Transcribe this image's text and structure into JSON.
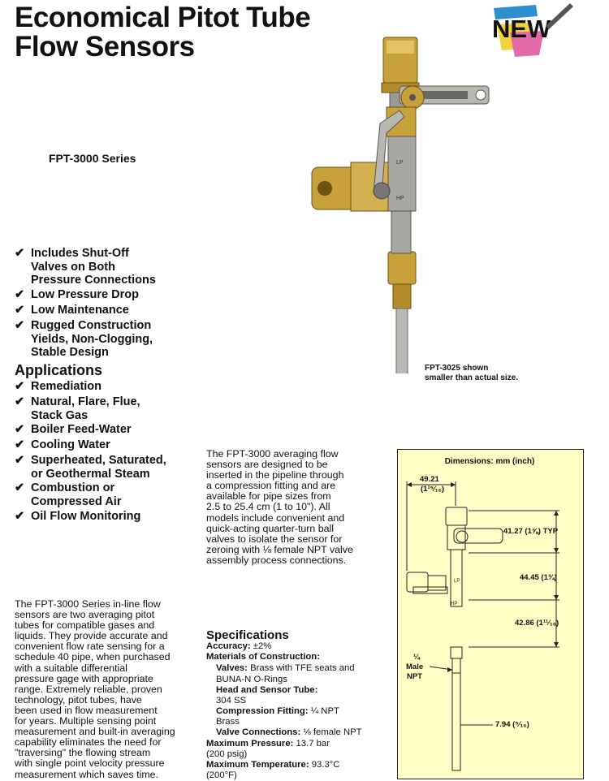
{
  "title_line1": "Economical Pitot Tube",
  "title_line2": "Flow Sensors",
  "series": "FPT-3000 Series",
  "badge_text": "NEW",
  "features": [
    {
      "lines": [
        "Includes Shut-Off",
        "Valves on Both",
        "Pressure Connections"
      ]
    },
    {
      "lines": [
        "Low Pressure Drop"
      ]
    },
    {
      "lines": [
        "Low Maintenance"
      ]
    },
    {
      "lines": [
        "Rugged Construction",
        "Yields, Non-Clogging,",
        "Stable Design"
      ]
    }
  ],
  "applications_heading": "Applications",
  "applications": [
    {
      "lines": [
        "Remediation"
      ]
    },
    {
      "lines": [
        "Natural, Flare, Flue,",
        "Stack Gas"
      ]
    },
    {
      "lines": [
        "Boiler Feed-Water"
      ]
    },
    {
      "lines": [
        "Cooling Water"
      ]
    },
    {
      "lines": [
        "Superheated, Saturated,",
        "or Geothermal Steam"
      ]
    },
    {
      "lines": [
        "Combustion or",
        "Compressed Air"
      ]
    },
    {
      "lines": [
        "Oil Flow Monitoring"
      ]
    }
  ],
  "caption_line1": "FPT-3025 shown",
  "caption_line2": "smaller than actual size.",
  "intro_lines": [
    "The FPT-3000 averaging flow",
    "sensors are designed to be",
    "inserted in the pipeline through",
    "a compression fitting and are",
    "available for pipe sizes from",
    "2.5 to 25.4 cm (1 to 10\"). All",
    "models include convenient and",
    "quick-acting quarter-turn ball",
    "valves to isolate the sensor for",
    "zeroing with ⅛ female NPT valve",
    "assembly process connections."
  ],
  "desc_lines": [
    "The FPT-3000 Series in-line flow",
    "sensors are two averaging pitot",
    "tubes for compatible gases and",
    "liquids. They provide accurate and",
    "convenient flow rate sensing for a",
    "schedule 40 pipe, when purchased",
    "with a suitable differential",
    "pressure gage with appropriate",
    "range. Extremely reliable, proven",
    "technology, pitot tubes, have",
    "been used in flow measurement",
    "for years. Multiple sensing point",
    "measurement and built-in averaging",
    "capability eliminates the need for",
    "\"traversing\" the flowing stream",
    "with single point velocity pressure",
    "measurement which saves time."
  ],
  "specs_heading": "Specifications",
  "specs": {
    "accuracy_label": "Accuracy:",
    "accuracy_value": " ±2%",
    "materials_label": "Materials of Construction:",
    "valves_label": "Valves:",
    "valves_value": " Brass with TFE seats and",
    "valves_value2": "BUNA-N O-Rings",
    "head_label": "Head and Sensor Tube:",
    "head_value": "304 SS",
    "compression_label": "Compression Fitting:",
    "compression_value": " ¼ NPT",
    "compression_value2": "Brass",
    "valve_conn_label": "Valve Connections:",
    "valve_conn_value": " ⅛ female NPT",
    "max_pressure_label": "Maximum Pressure:",
    "max_pressure_value": " 13.7 bar",
    "max_pressure_value2": "(200 psig)",
    "max_temp_label": "Maximum Temperature:",
    "max_temp_value": " 93.3°C",
    "max_temp_value2": "(200°F)"
  },
  "dimensions": {
    "title": "Dimensions: mm (inch)",
    "d1": "49.21",
    "d1_in": "(1¹⁵⁄₁₆)",
    "d2": "41.27 (1⅝) TYP",
    "d3": "44.45 (1¾)",
    "d4": "42.86 (1¹¹⁄₁₆)",
    "npt_frac": "¼",
    "npt_line1": "Male",
    "npt_line2": "NPT",
    "d5": "7.94 (⁵⁄₁₆)",
    "lp": "LP",
    "hp": "HP"
  },
  "photo_labels": {
    "lp": "LP",
    "hp": "HP"
  },
  "colors": {
    "brass": "#c9a13a",
    "steel": "#b9b9b4",
    "dim_bg": "#ffffc6"
  }
}
